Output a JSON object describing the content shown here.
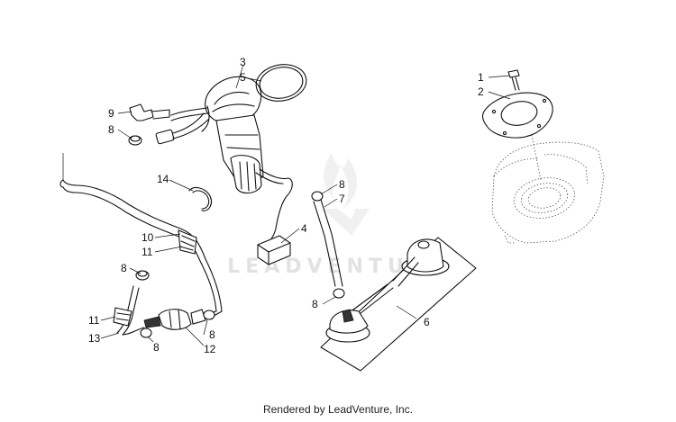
{
  "watermark": {
    "text": "LEADVENTURE"
  },
  "footer": {
    "text": "Rendered by LeadVenture, Inc."
  },
  "callouts": [
    {
      "id": "c3",
      "label": "3"
    },
    {
      "id": "c5",
      "label": "5"
    },
    {
      "id": "c9",
      "label": "9"
    },
    {
      "id": "c8a",
      "label": "8"
    },
    {
      "id": "c14",
      "label": "14"
    },
    {
      "id": "c10",
      "label": "10"
    },
    {
      "id": "c11a",
      "label": "11"
    },
    {
      "id": "c8b",
      "label": "8"
    },
    {
      "id": "c11b",
      "label": "11"
    },
    {
      "id": "c13",
      "label": "13"
    },
    {
      "id": "c8c",
      "label": "8"
    },
    {
      "id": "c12",
      "label": "12"
    },
    {
      "id": "c8d",
      "label": "8"
    },
    {
      "id": "c4",
      "label": "4"
    },
    {
      "id": "c8e",
      "label": "8"
    },
    {
      "id": "c7",
      "label": "7"
    },
    {
      "id": "c8f",
      "label": "8"
    },
    {
      "id": "c6",
      "label": "6"
    },
    {
      "id": "c1",
      "label": "1"
    },
    {
      "id": "c2",
      "label": "2"
    }
  ]
}
